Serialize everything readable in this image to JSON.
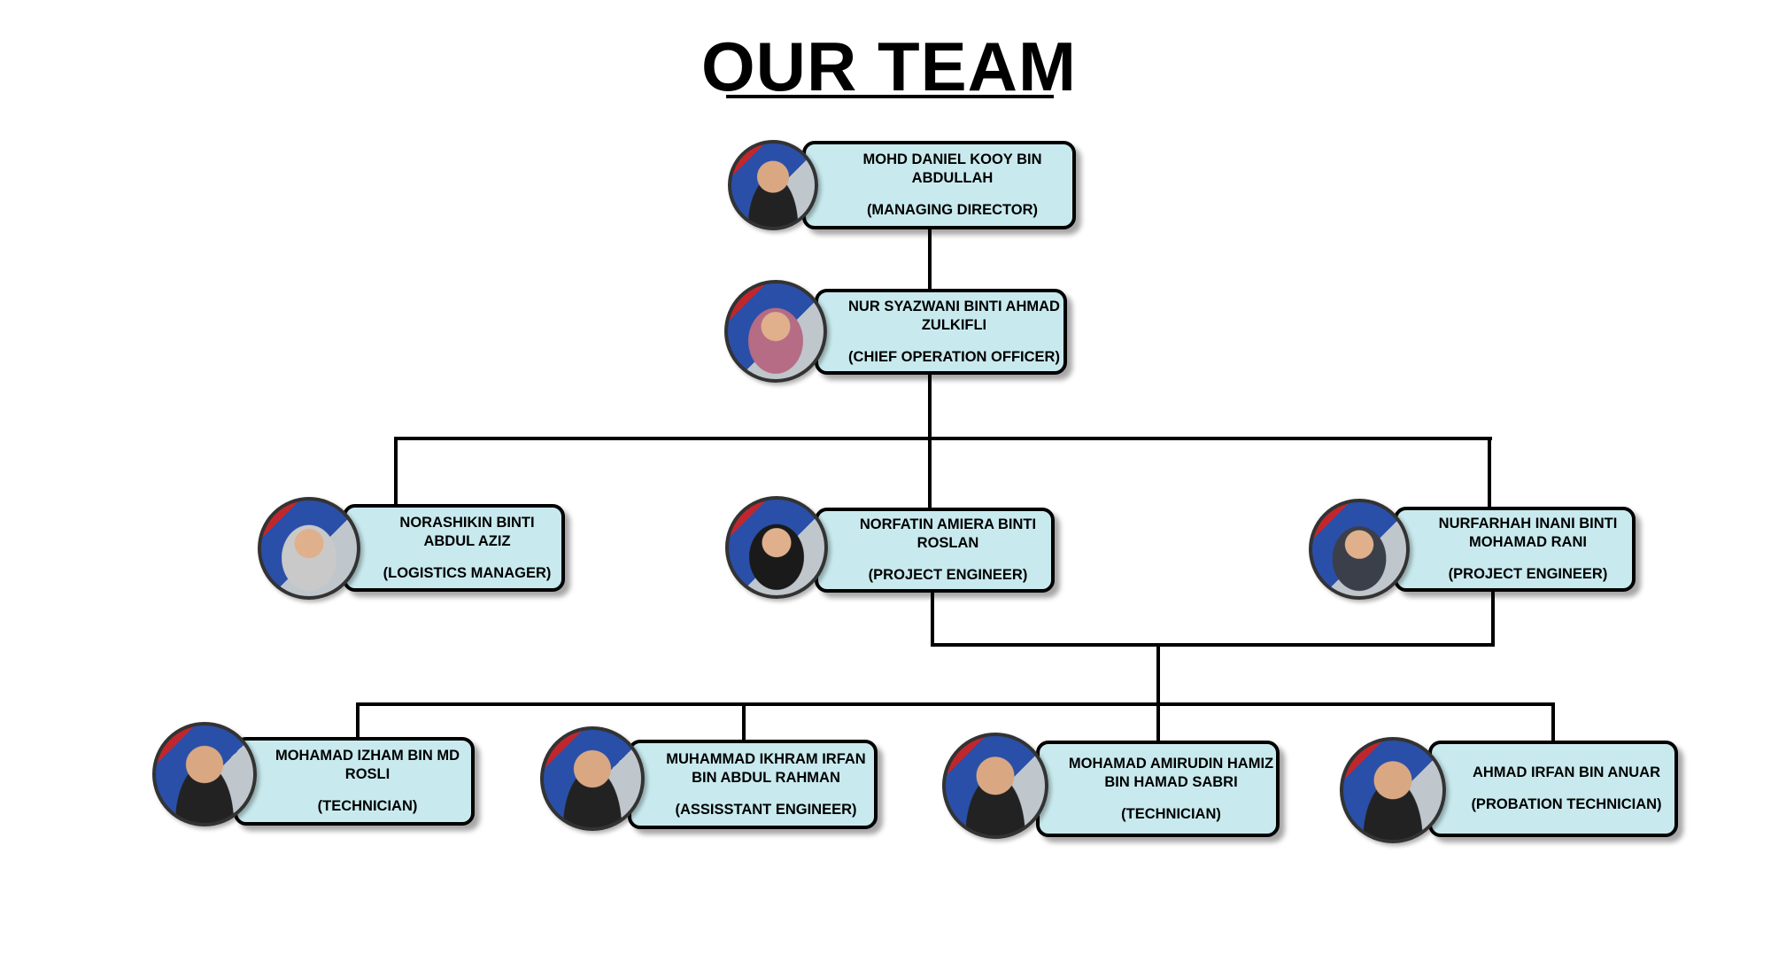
{
  "title": "OUR TEAM",
  "members": [
    {
      "name": "MOHD DANIEL KOOY BIN ABDULLAH",
      "role": "(MANAGING DIRECTOR)"
    },
    {
      "name": "NUR SYAZWANI BINTI AHMAD ZULKIFLI",
      "role": "(CHIEF OPERATION OFFICER)"
    },
    {
      "name": "NORASHIKIN BINTI ABDUL AZIZ",
      "role": "(LOGISTICS MANAGER)"
    },
    {
      "name": "NORFATIN AMIERA BINTI ROSLAN",
      "role": "(PROJECT ENGINEER)"
    },
    {
      "name": "NURFARHAH INANI BINTI MOHAMAD RANI",
      "role": "(PROJECT ENGINEER)"
    },
    {
      "name": "MOHAMAD IZHAM BIN MD ROSLI",
      "role": "(TECHNICIAN)"
    },
    {
      "name": "MUHAMMAD IKHRAM IRFAN BIN ABDUL RAHMAN",
      "role": "(ASSISSTANT ENGINEER)"
    },
    {
      "name": "MOHAMAD AMIRUDIN HAMIZ BIN HAMAD SABRI",
      "role": "(TECHNICIAN)"
    },
    {
      "name": "AHMAD IRFAN BIN ANUAR",
      "role": "(PROBATION TECHNICIAN)"
    }
  ]
}
